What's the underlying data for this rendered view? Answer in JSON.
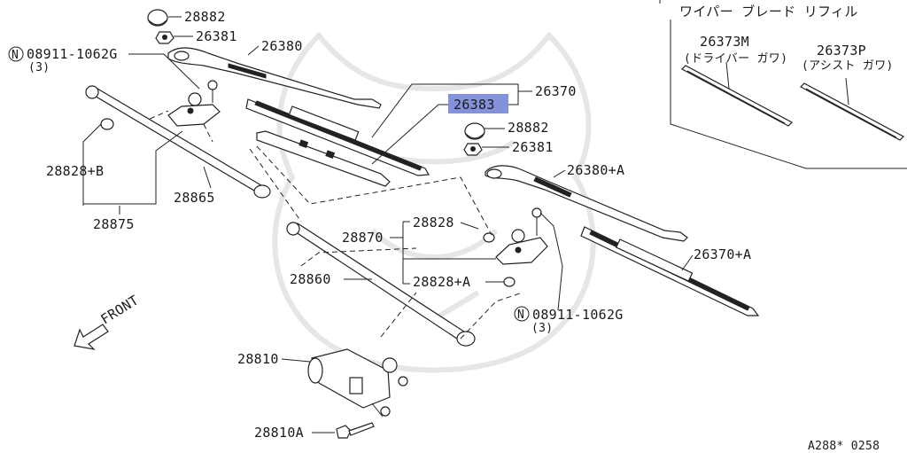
{
  "diagram": {
    "refill_section_title": "ワイパー ブレード リフィル",
    "labels": {
      "p28882_top": "28882",
      "p26381_top": "26381",
      "p08911_left": "08911-1062G",
      "p08911_left_qty": "(3)",
      "p26380": "26380",
      "p26383": "26383",
      "p26370": "26370",
      "p28882_mid": "28882",
      "p26381_mid": "26381",
      "p26380A": "26380+A",
      "p28828B": "28828+B",
      "p28865": "28865",
      "p28875": "28875",
      "p28828": "28828",
      "p28870": "28870",
      "p28860": "28860",
      "p28828A": "28828+A",
      "p26370A": "26370+A",
      "p08911_right": "08911-1062G",
      "p08911_right_qty": "(3)",
      "p28810": "28810",
      "p28810A": "28810A",
      "p26373M": "26373M",
      "p26373M_sub": "(ドライバー ガワ)",
      "p26373P": "26373P",
      "p26373P_sub": "(アシスト ガワ)",
      "front": "FRONT",
      "n_symbol": "N",
      "ref_code": "A288* 0258"
    },
    "highlighted_part": "26383"
  }
}
